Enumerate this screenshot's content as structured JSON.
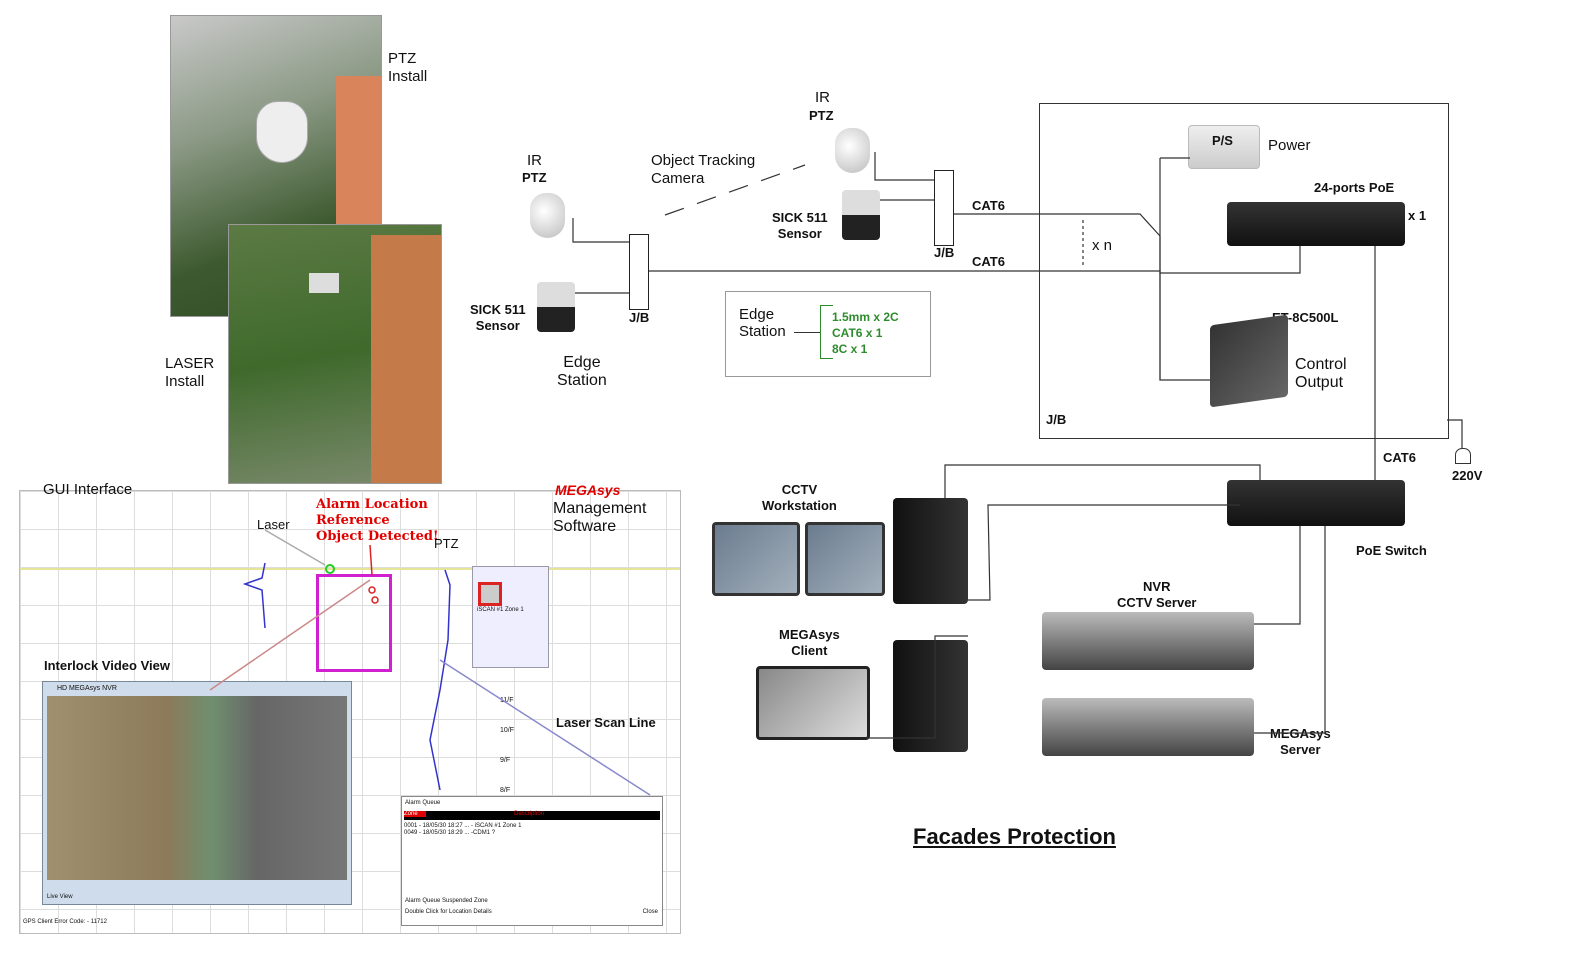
{
  "title": "Facades Protection",
  "photos": {
    "ptz_install": "PTZ\nInstall",
    "ptz_line1": "PTZ",
    "ptz_line2": "Install",
    "laser_line1": "LASER",
    "laser_line2": "Install"
  },
  "edge": {
    "ir1": "IR",
    "ptz1": "PTZ",
    "sick1_a": "SICK 511",
    "sick1_b": "Sensor",
    "jb1": "J/B",
    "edge_station_a": "Edge",
    "edge_station_b": "Station",
    "tracking_a": "Object Tracking",
    "tracking_b": "Camera",
    "ir2": "IR",
    "ptz2": "PTZ",
    "sick2_a": "SICK 511",
    "sick2_b": "Sensor",
    "jb2": "J/B",
    "cat6_top": "CAT6",
    "cat6_bottom": "CAT6",
    "xn": "x n"
  },
  "legend": {
    "label_a": "Edge",
    "label_b": "Station",
    "items": [
      "1.5mm x 2C",
      "CAT6 x 1",
      "8C x 1"
    ],
    "item_color": "#2e8b2e"
  },
  "cabinet": {
    "ps": "P/S",
    "power": "Power",
    "poe": "24-ports PoE",
    "x1": "x 1",
    "et": "ET-8C500L",
    "control_a": "Control",
    "control_b": "Output",
    "jb": "J/B",
    "cat6": "CAT6",
    "v220": "220V"
  },
  "network": {
    "poe_switch": "PoE Switch",
    "cctv_a": "CCTV",
    "cctv_b": "Workstation",
    "nvr_a": "NVR",
    "nvr_b": "CCTV Server",
    "client_a": "MEGAsys",
    "client_b": "Client",
    "server_a": "MEGAsys",
    "server_b": "Server"
  },
  "gui": {
    "gui_interface": "GUI Interface",
    "brand": "MEGAsys",
    "brand_color": "#e00000",
    "mgmt_a": "Management",
    "mgmt_b": "Software",
    "laser": "Laser",
    "alarm_a": "Alarm Location",
    "alarm_b": "Reference",
    "alarm_c": "Object Detected!",
    "ptz": "PTZ",
    "interlock": "Interlock Video View",
    "laser_scan": "Laser Scan Line",
    "nvr_window": "HD MEGAsys NVR",
    "live_view": "Live View",
    "status": "GPS Client Error Code: - 11712",
    "floors": [
      "11/F",
      "10/F",
      "9/F",
      "8/F"
    ],
    "popup_zone": "iSCAN #1 Zone 1",
    "alarm_queue": {
      "title": "Alarm Queue",
      "headers": [
        "Zone",
        "Description"
      ],
      "rows": [
        "0001 - 18/05/30 18:27 ... - iSCAN #1 Zone 1",
        "0049 - 18/05/30 18:29 ... -CDM1 ?"
      ],
      "tabs": [
        "Alarm Queue",
        "Suspended Zone"
      ],
      "hint": "Double Click for Location Details",
      "close": "Close"
    }
  }
}
